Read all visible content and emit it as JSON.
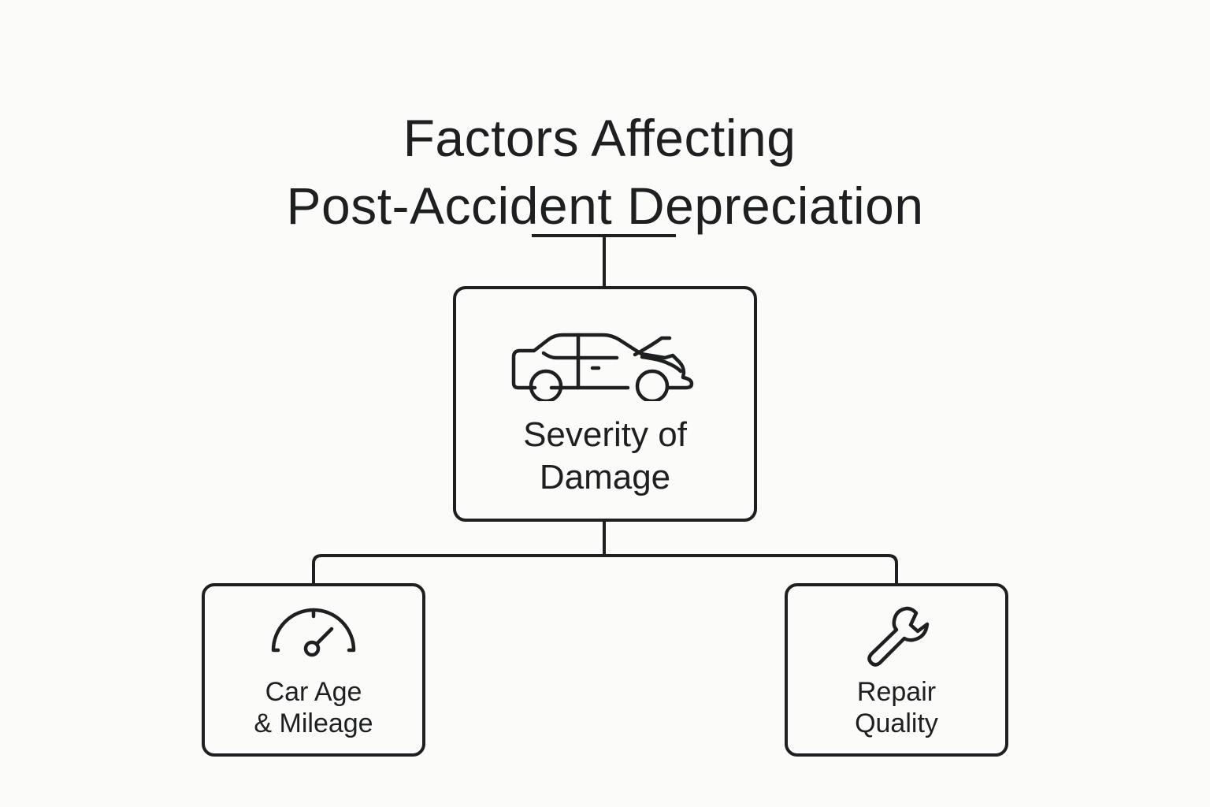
{
  "title": {
    "line1": "Factors Affecting",
    "line2": "Post-Accident Depreciation"
  },
  "nodes": {
    "severity": {
      "icon": "damaged-car-icon",
      "label_line1": "Severity of",
      "label_line2": "Damage"
    },
    "age_mileage": {
      "icon": "speedometer-icon",
      "label_line1": "Car Age",
      "label_line2": "& Mileage"
    },
    "repair_quality": {
      "icon": "wrench-icon",
      "label_line1": "Repair",
      "label_line2": "Quality"
    }
  },
  "colors": {
    "background": "#fbfbf9",
    "stroke": "#1d1f21"
  }
}
